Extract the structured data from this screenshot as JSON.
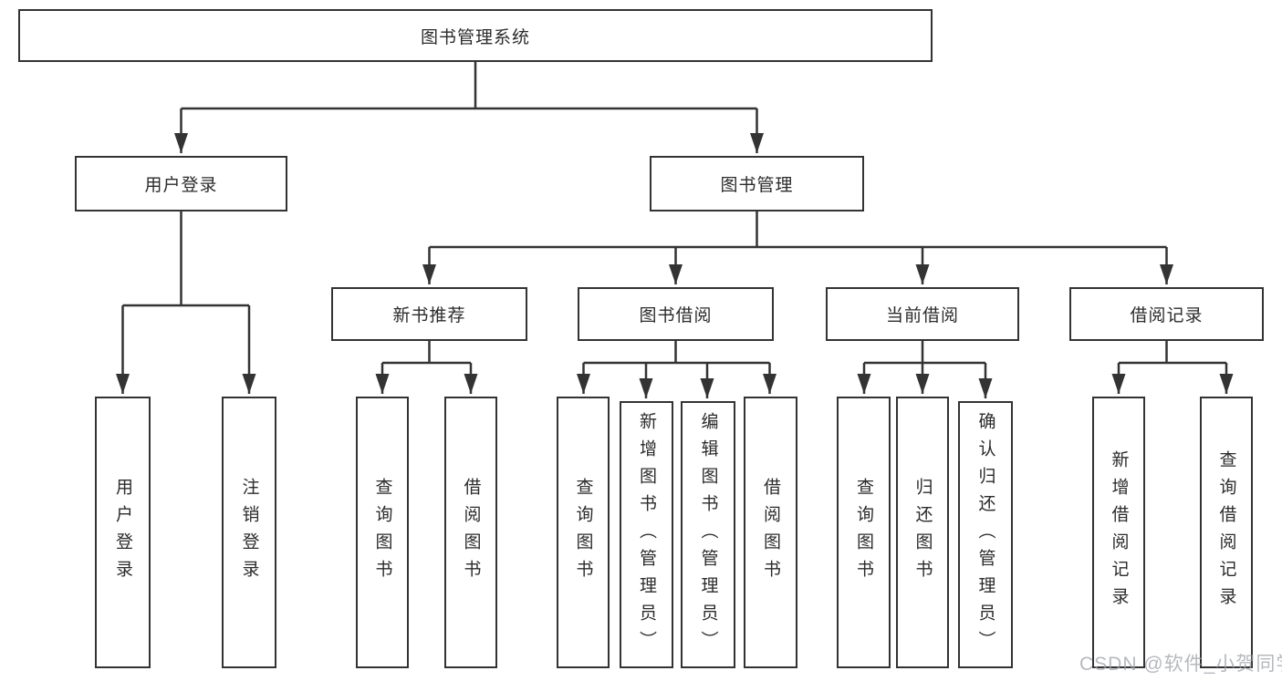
{
  "meta": {
    "type": "hierarchy-diagram",
    "language": "zh-CN"
  },
  "colors": {
    "line": "#333333",
    "box_border": "#333333",
    "box_background": "#ffffff",
    "text": "#2b2b2b",
    "watermark": "#9ea2a8",
    "page_background": "#ffffff"
  },
  "tree": {
    "root": {
      "label": "图书管理系统"
    },
    "branches": [
      {
        "label": "用户登录",
        "leaves": [
          {
            "label": "用户登录"
          },
          {
            "label": "注销登录"
          }
        ]
      },
      {
        "label": "图书管理",
        "children": [
          {
            "label": "新书推荐",
            "leaves": [
              {
                "label": "查询图书"
              },
              {
                "label": "借阅图书"
              }
            ]
          },
          {
            "label": "图书借阅",
            "leaves": [
              {
                "label": "查询图书"
              },
              {
                "label": "新增图书（管理员）"
              },
              {
                "label": "编辑图书（管理员）"
              },
              {
                "label": "借阅图书"
              }
            ]
          },
          {
            "label": "当前借阅",
            "leaves": [
              {
                "label": "查询图书"
              },
              {
                "label": "归还图书"
              },
              {
                "label": "确认归还（管理员）"
              }
            ]
          },
          {
            "label": "借阅记录",
            "leaves": [
              {
                "label": "新增借阅记录"
              },
              {
                "label": "查询借阅记录"
              }
            ]
          }
        ]
      }
    ]
  },
  "watermark": {
    "text": "CSDN @软件_小贺同学"
  }
}
